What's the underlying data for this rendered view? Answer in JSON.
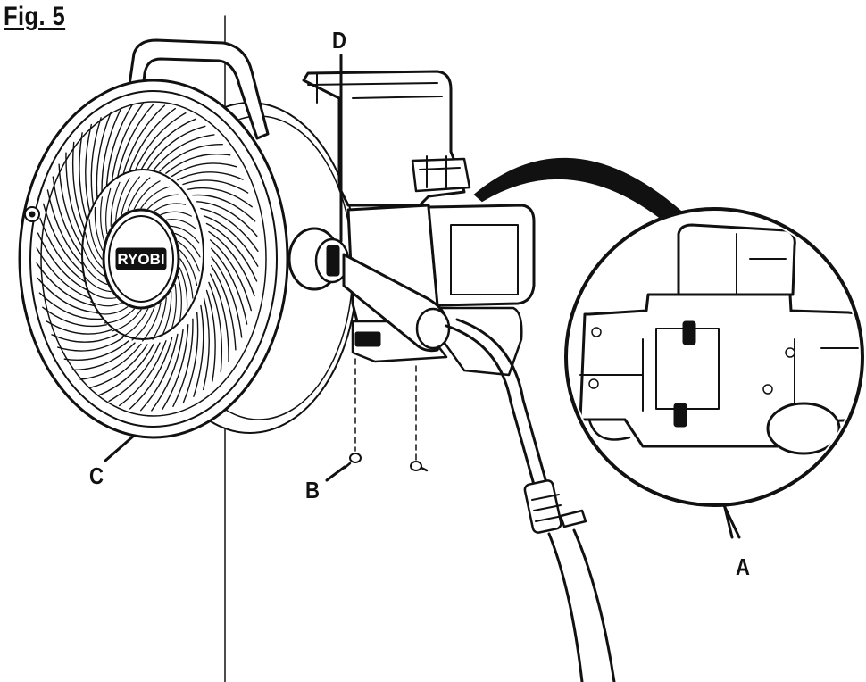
{
  "figure": {
    "title": "Fig. 5",
    "brand": "RYOBI"
  },
  "callouts": {
    "a": "A",
    "b": "B",
    "c": "C",
    "d": "D"
  },
  "colors": {
    "ink": "#111111",
    "paper": "#ffffff"
  }
}
